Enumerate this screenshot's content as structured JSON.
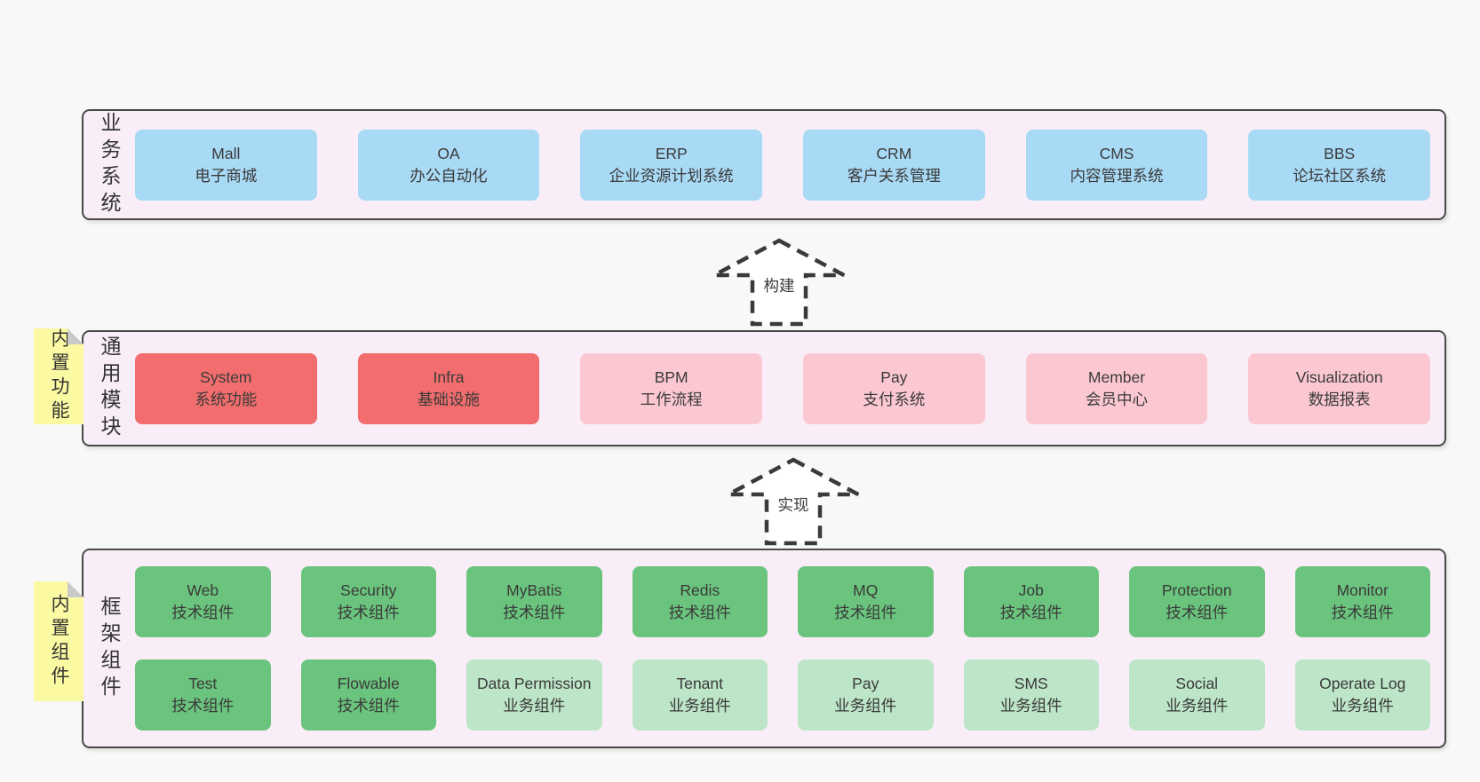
{
  "colors": {
    "page_bg": "#f8f8f8",
    "layer_bg": "#f9eef7",
    "layer_border": "#4a4a4a",
    "blue": "#a9daf5",
    "red": "#f26d6d",
    "pink": "#fbc8d2",
    "green": "#6bc47e",
    "light_green": "#bde5c7",
    "sticky_yellow": "#fbf9a2",
    "sticky_fold": "#c9c9c9",
    "text": "#3a3a3a",
    "arrow_stroke": "#3a3a3a"
  },
  "arrows": [
    {
      "label": "构建"
    },
    {
      "label": "实现"
    }
  ],
  "layers": [
    {
      "id": "business-systems",
      "label": "业务系统",
      "sticky": null,
      "boxes": [
        {
          "title": "Mall",
          "subtitle": "电子商城",
          "variant": "blue"
        },
        {
          "title": "OA",
          "subtitle": "办公自动化",
          "variant": "blue"
        },
        {
          "title": "ERP",
          "subtitle": "企业资源计划系统",
          "variant": "blue"
        },
        {
          "title": "CRM",
          "subtitle": "客户关系管理",
          "variant": "blue"
        },
        {
          "title": "CMS",
          "subtitle": "内容管理系统",
          "variant": "blue"
        },
        {
          "title": "BBS",
          "subtitle": "论坛社区系统",
          "variant": "blue"
        }
      ]
    },
    {
      "id": "common-modules",
      "label": "通用模块",
      "sticky": "内置功能",
      "boxes": [
        {
          "title": "System",
          "subtitle": "系统功能",
          "variant": "red"
        },
        {
          "title": "Infra",
          "subtitle": "基础设施",
          "variant": "red"
        },
        {
          "title": "BPM",
          "subtitle": "工作流程",
          "variant": "pink"
        },
        {
          "title": "Pay",
          "subtitle": "支付系统",
          "variant": "pink"
        },
        {
          "title": "Member",
          "subtitle": "会员中心",
          "variant": "pink"
        },
        {
          "title": "Visualization",
          "subtitle": "数据报表",
          "variant": "pink"
        }
      ]
    },
    {
      "id": "framework-components",
      "label": "框架组件",
      "sticky": "内置组件",
      "boxes": [
        {
          "title": "Web",
          "subtitle": "技术组件",
          "variant": "green"
        },
        {
          "title": "Security",
          "subtitle": "技术组件",
          "variant": "green"
        },
        {
          "title": "MyBatis",
          "subtitle": "技术组件",
          "variant": "green"
        },
        {
          "title": "Redis",
          "subtitle": "技术组件",
          "variant": "green"
        },
        {
          "title": "MQ",
          "subtitle": "技术组件",
          "variant": "green"
        },
        {
          "title": "Job",
          "subtitle": "技术组件",
          "variant": "green"
        },
        {
          "title": "Protection",
          "subtitle": "技术组件",
          "variant": "green"
        },
        {
          "title": "Monitor",
          "subtitle": "技术组件",
          "variant": "green"
        },
        {
          "title": "Test",
          "subtitle": "技术组件",
          "variant": "green"
        },
        {
          "title": "Flowable",
          "subtitle": "技术组件",
          "variant": "green"
        },
        {
          "title": "Data Permission",
          "subtitle": "业务组件",
          "variant": "light_green"
        },
        {
          "title": "Tenant",
          "subtitle": "业务组件",
          "variant": "light_green"
        },
        {
          "title": "Pay",
          "subtitle": "业务组件",
          "variant": "light_green"
        },
        {
          "title": "SMS",
          "subtitle": "业务组件",
          "variant": "light_green"
        },
        {
          "title": "Social",
          "subtitle": "业务组件",
          "variant": "light_green"
        },
        {
          "title": "Operate Log",
          "subtitle": "业务组件",
          "variant": "light_green"
        }
      ]
    }
  ]
}
